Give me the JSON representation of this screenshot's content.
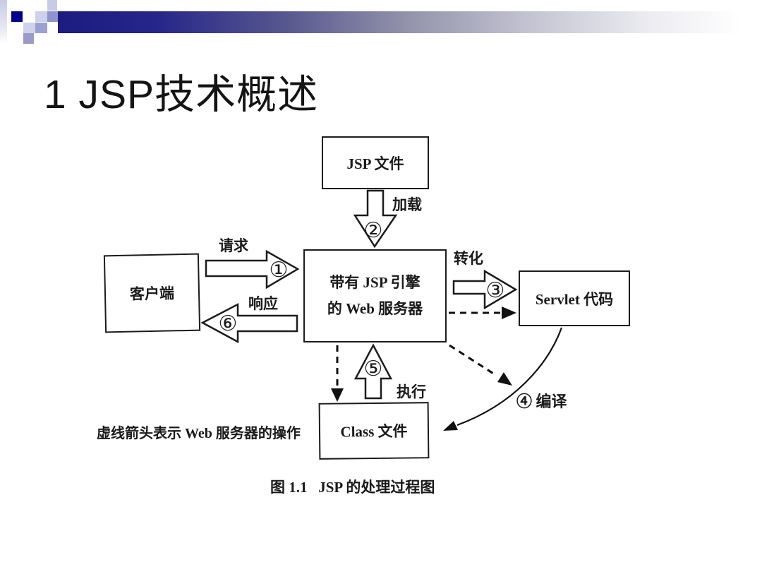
{
  "slide": {
    "title": "1 JSP技术概述"
  },
  "diagram": {
    "boxes": {
      "jsp_file": "JSP 文件",
      "client": "客户端",
      "server_line1": "带有 JSP 引擎",
      "server_line2": "的 Web 服务器",
      "servlet": "Servlet 代码",
      "class_file": "Class 文件"
    },
    "labels": {
      "request": "请求",
      "response": "响应",
      "load": "加载",
      "transform": "转化",
      "execute": "执行",
      "compile": "④ 编译",
      "note": "虚线箭头表示 Web 服务器的操作",
      "caption": "图 1.1   JSP 的处理过程图"
    },
    "steps": {
      "s1": "①",
      "s2": "②",
      "s3": "③",
      "s5": "⑤",
      "s6": "⑥"
    }
  },
  "colors": {
    "header_bar_dark": "#1b1b80",
    "accent_square": "#00008c",
    "ink": "#1a1a1a"
  }
}
